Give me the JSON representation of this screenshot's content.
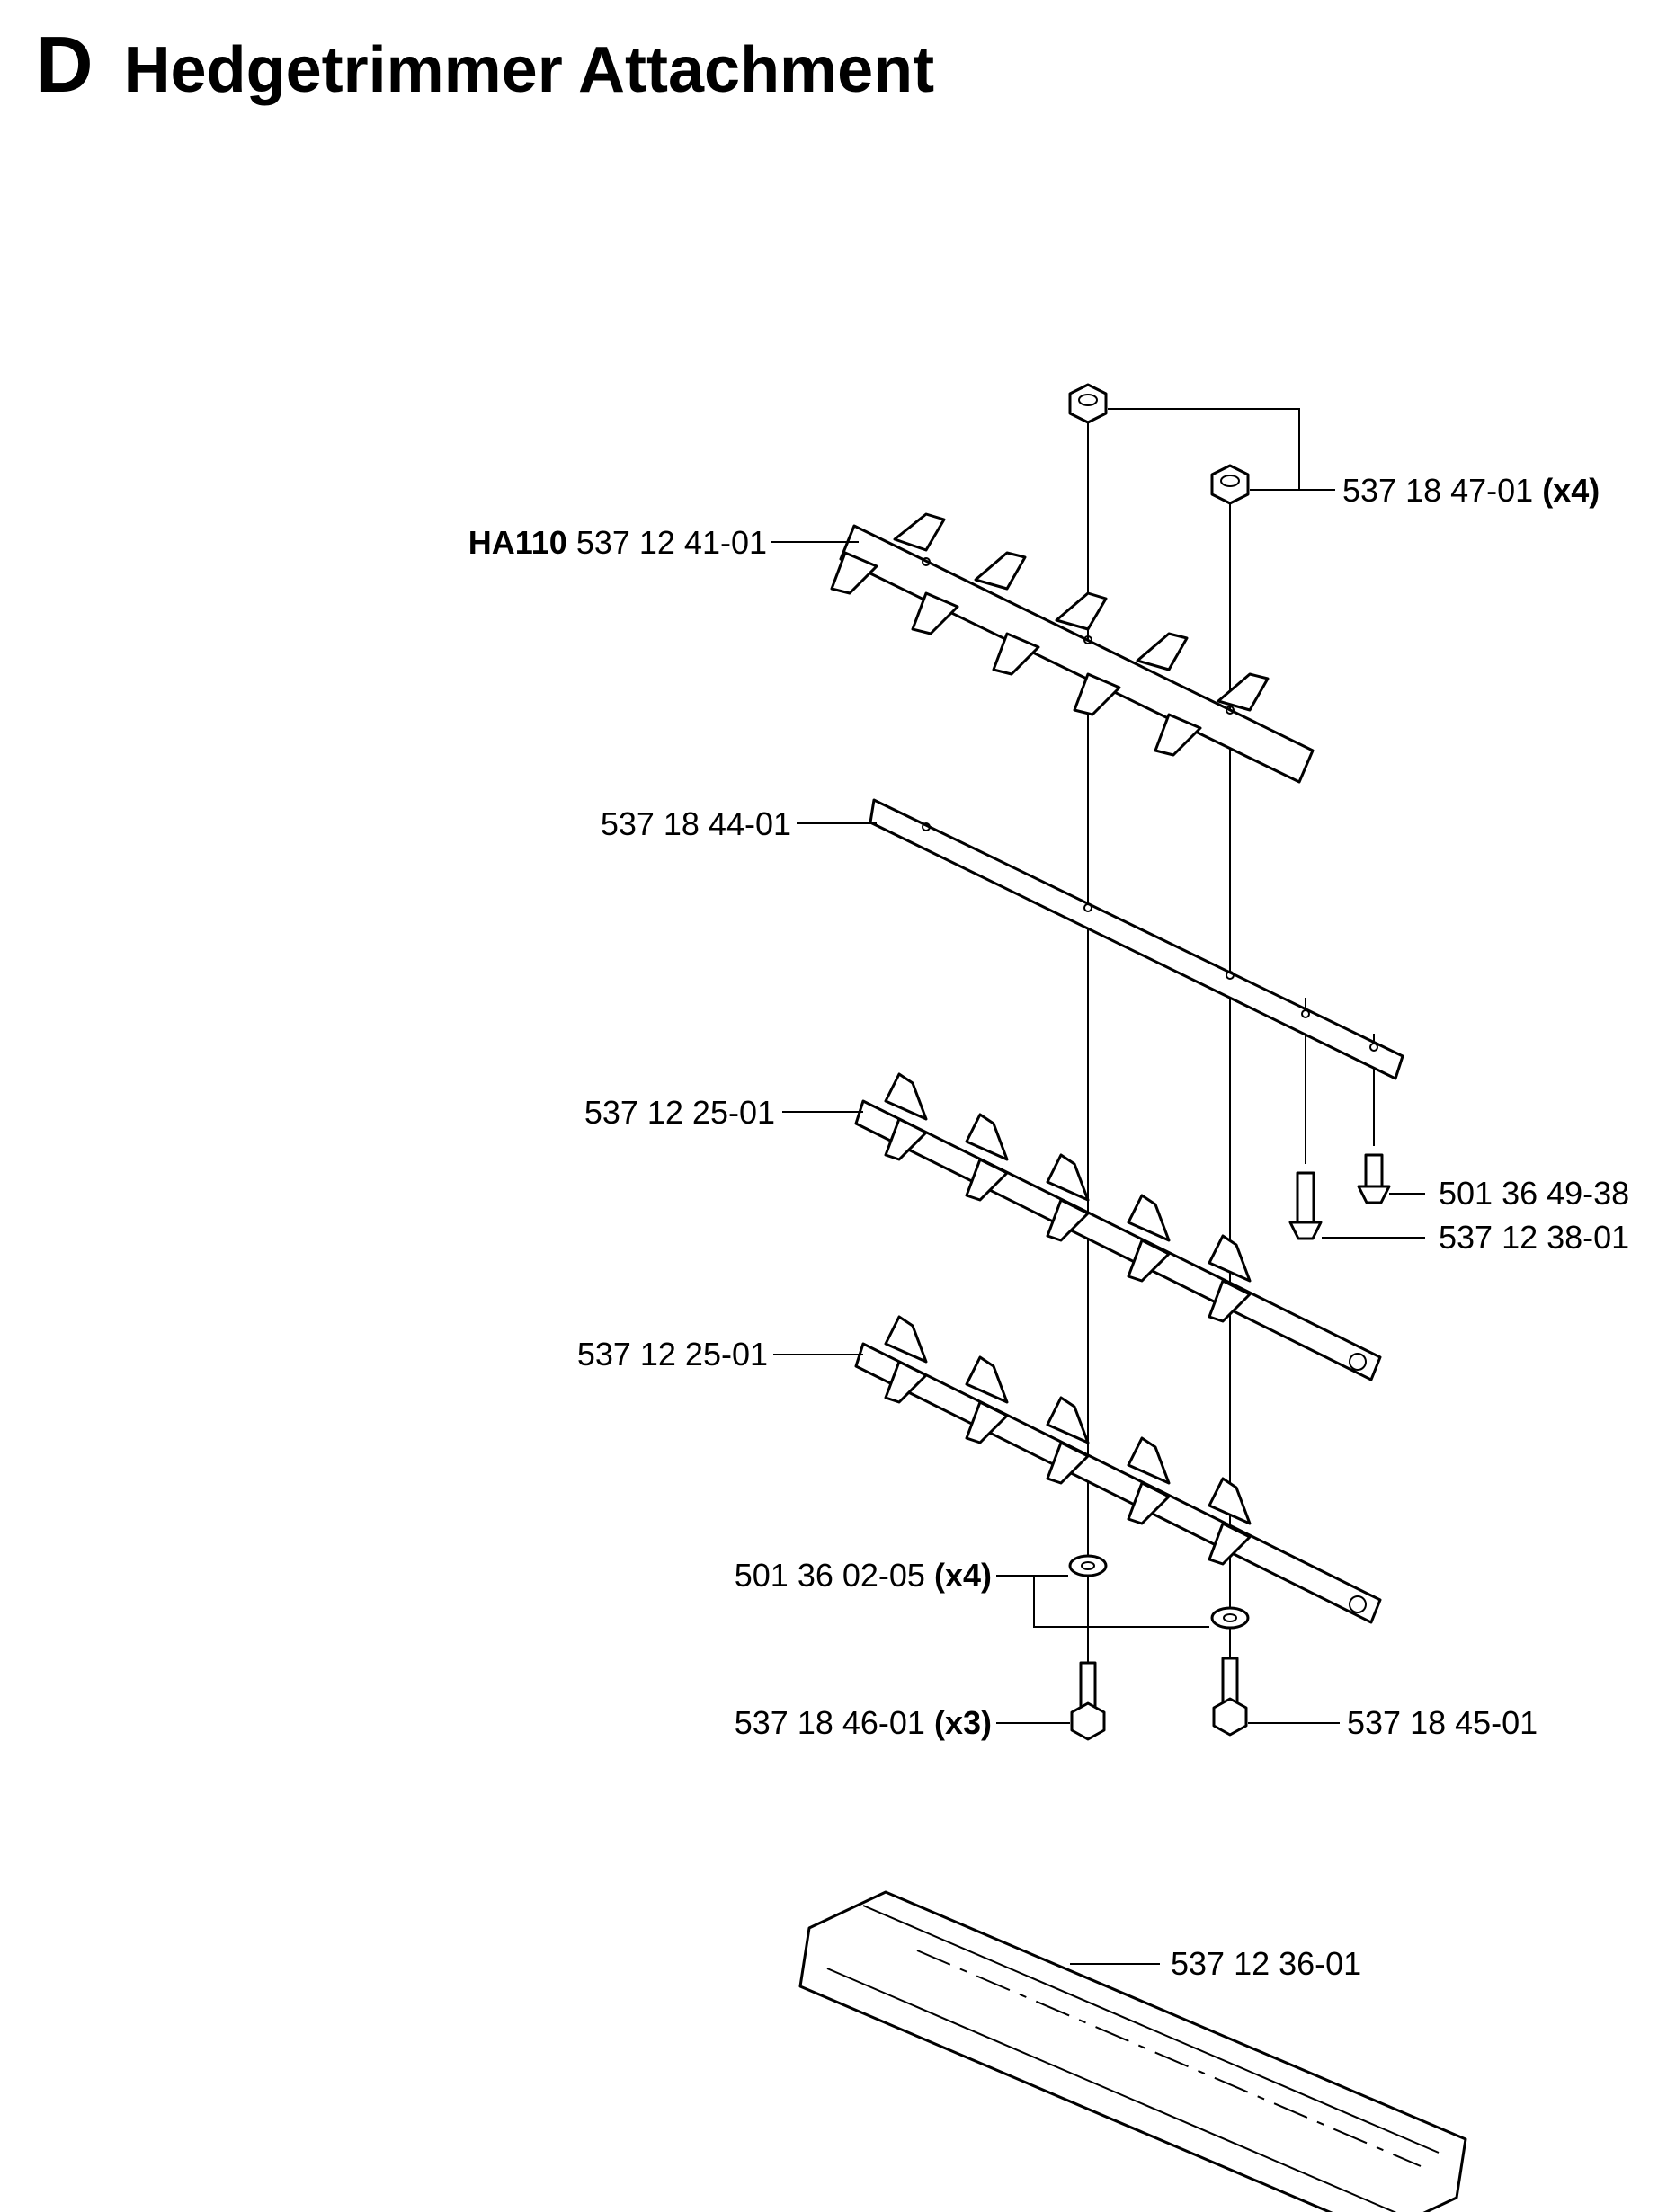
{
  "header": {
    "section_letter": "D",
    "title": "Hedgetrimmer Attachment"
  },
  "callouts": [
    {
      "id": "nut",
      "part_number": "537 18 47-01",
      "qty": "(x4)"
    },
    {
      "id": "blade-top",
      "prefix": "HA110",
      "part_number": "537 12 41-01"
    },
    {
      "id": "plate",
      "part_number": "537 18 44-01"
    },
    {
      "id": "blade-upper",
      "part_number": "537 12 25-01"
    },
    {
      "id": "screw-small",
      "part_number": "501 36 49-38"
    },
    {
      "id": "screw-long",
      "part_number": "537 12 38-01"
    },
    {
      "id": "blade-lower",
      "part_number": "537 12 25-01"
    },
    {
      "id": "washer",
      "part_number": "501 36 02-05",
      "qty": "(x4)"
    },
    {
      "id": "bolt-left",
      "part_number": "537 18 46-01",
      "qty": "(x3)"
    },
    {
      "id": "bolt-right",
      "part_number": "537 18 45-01"
    },
    {
      "id": "guard",
      "part_number": "537 12 36-01"
    }
  ]
}
